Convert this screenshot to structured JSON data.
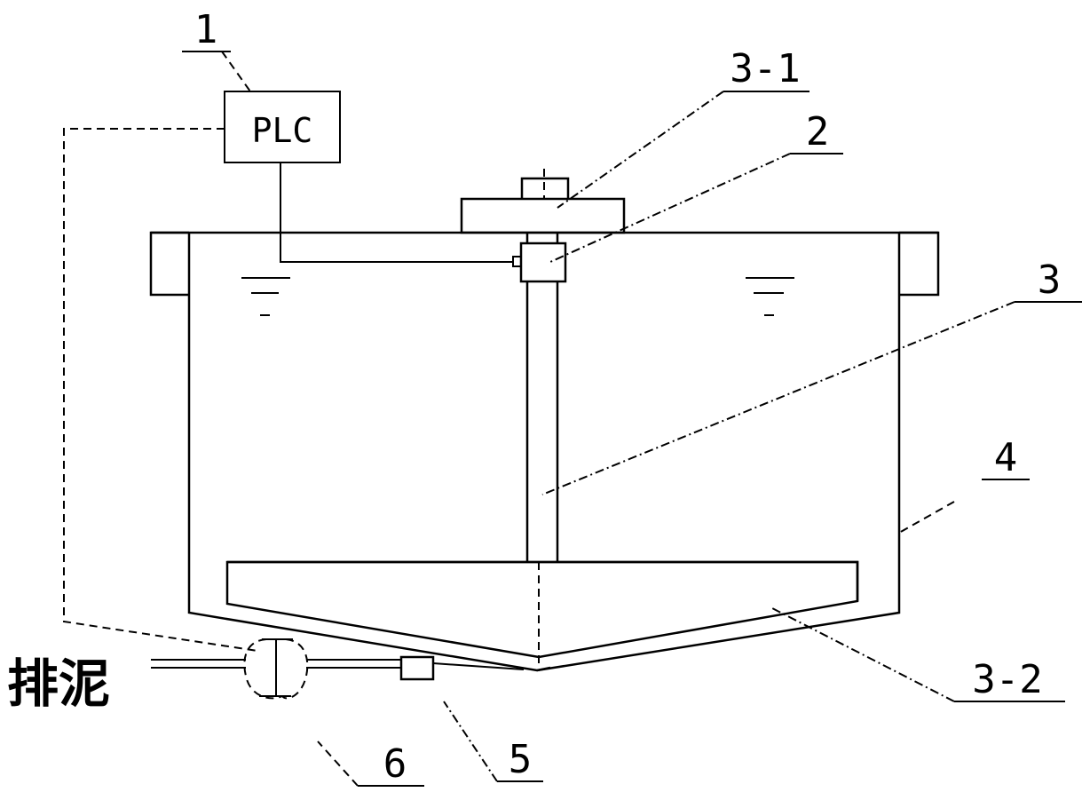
{
  "plc": {
    "label": "PLC"
  },
  "callouts": {
    "c1": "1",
    "c2": "2",
    "c3": "3",
    "c3_1": "3-1",
    "c3_2": "3-2",
    "c4": "4",
    "c5": "5",
    "c6": "6"
  },
  "outlet_label": "排泥"
}
